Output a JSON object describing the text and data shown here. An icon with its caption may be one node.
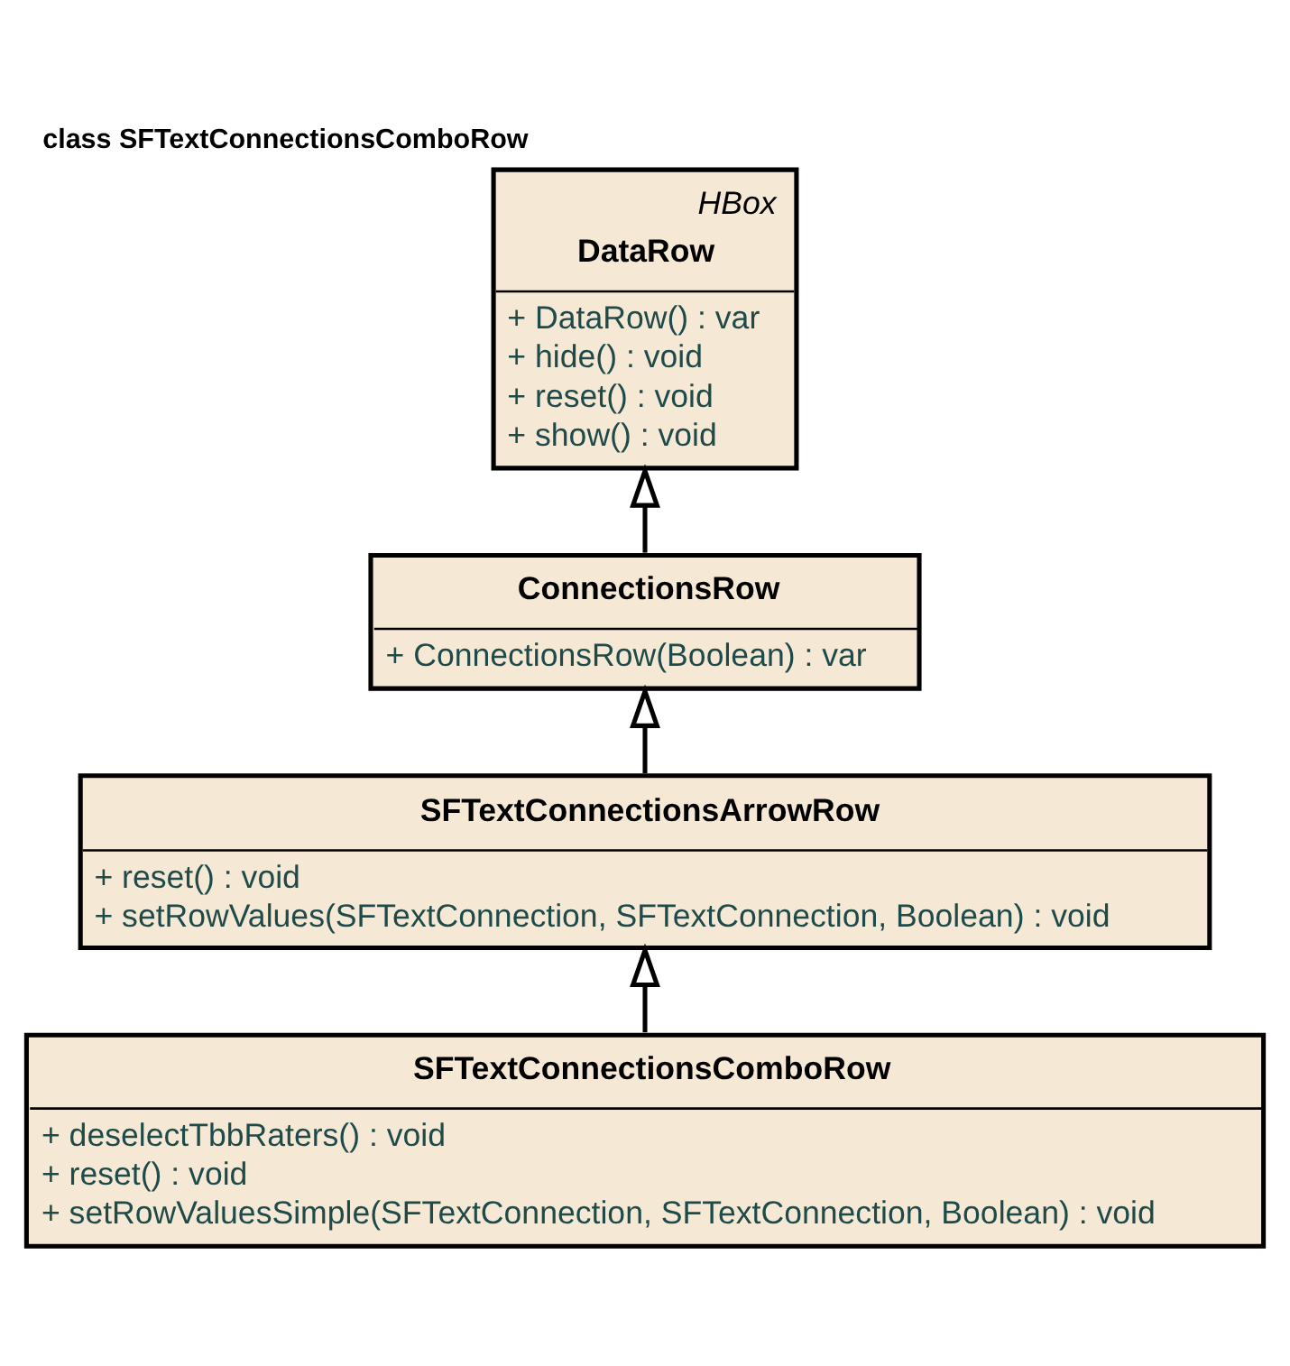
{
  "diagram": {
    "title": "class SFTextConnectionsComboRow",
    "nodes": [
      {
        "text": [
          "HBox",
          "DataRow",
          "+ DataRow() : var",
          "+ hide() : void",
          "+ reset() : void",
          "+ show() : void"
        ]
      },
      {
        "text": [
          "ConnectionsRow",
          "+ ConnectionsRow(Boolean) : var"
        ]
      },
      {
        "text": [
          "SFTextConnectionsArrowRow",
          "+ reset() : void",
          "+ setRowValues(SFTextConnection, SFTextConnection, Boolean) : void"
        ]
      },
      {
        "text": [
          "SFTextConnectionsComboRow",
          "+ deselectTbbRaters() : void",
          "+ reset() : void",
          "+ setRowValuesSimple(SFTextConnection, SFTextConnection, Boolean) : void"
        ]
      }
    ],
    "edges": [
      {
        "from": 1,
        "to": 0,
        "arrow": "to"
      },
      {
        "from": 2,
        "to": 1,
        "arrow": "to"
      },
      {
        "from": 3,
        "to": 2,
        "arrow": "to"
      }
    ]
  }
}
